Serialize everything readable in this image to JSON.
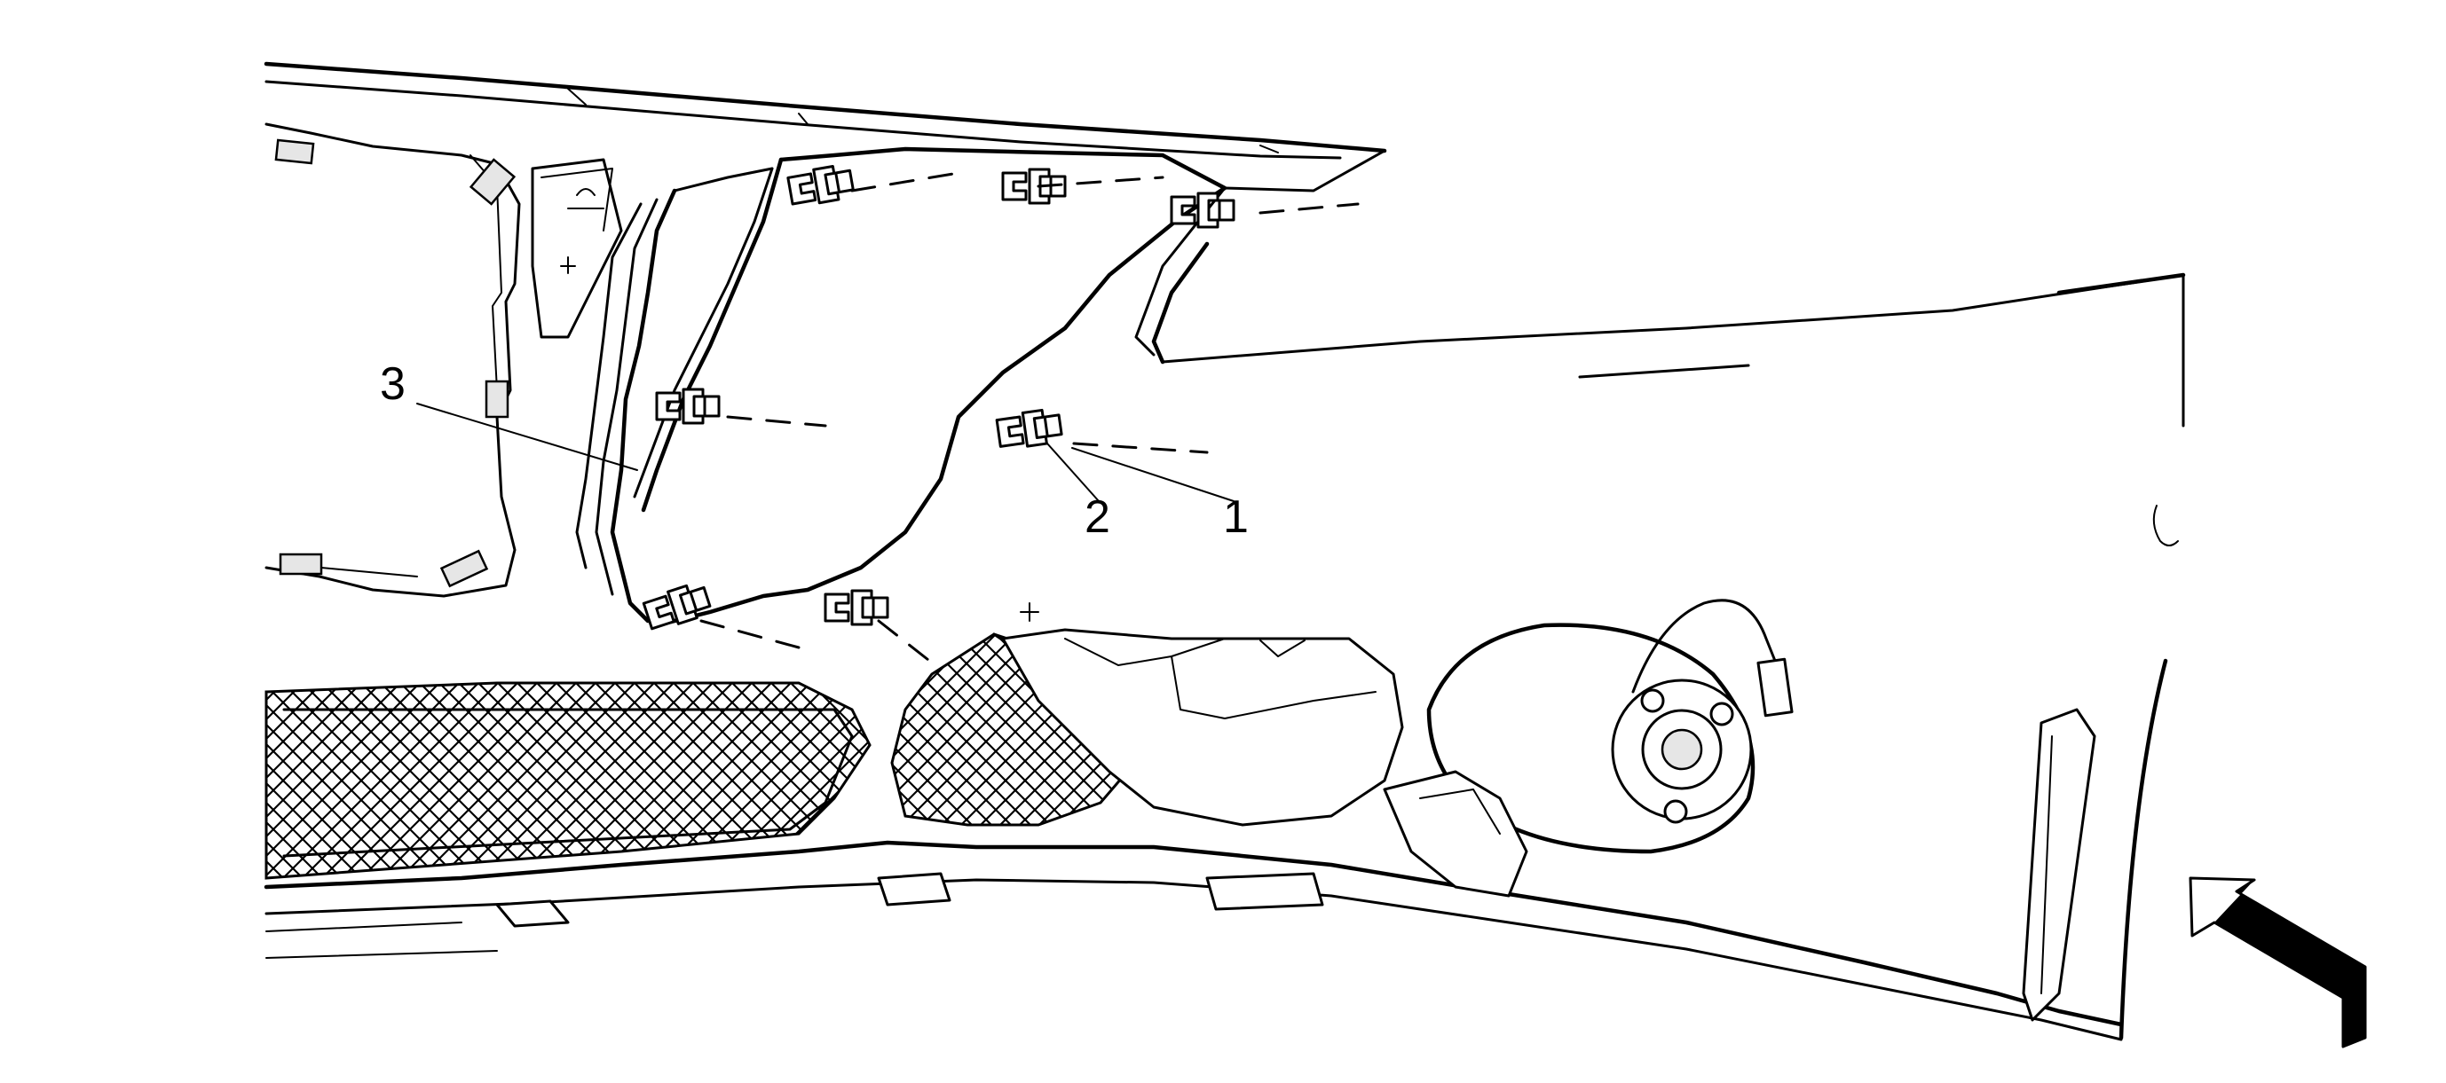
{
  "diagram": {
    "callouts": [
      {
        "id": "1",
        "label": "1"
      },
      {
        "id": "2",
        "label": "2"
      },
      {
        "id": "3",
        "label": "3"
      }
    ],
    "icons": {
      "view_arrow": "front-view-arrow-icon"
    }
  }
}
